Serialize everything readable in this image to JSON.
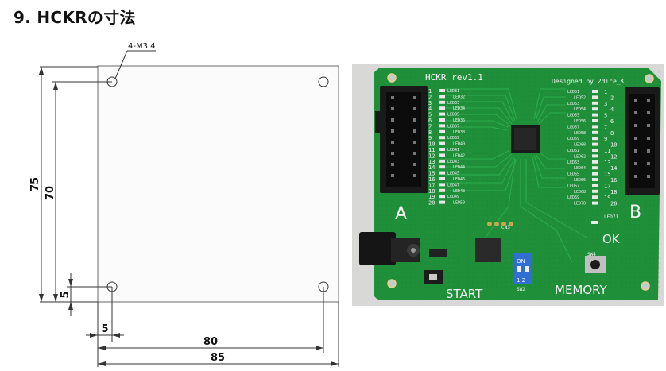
{
  "title": "9. HCKRの寸法",
  "drawing": {
    "hole_callout": "4-M3.4",
    "dim_width_outer": "85",
    "dim_width_inner": "80",
    "dim_height_outer": "75",
    "dim_height_inner": "70",
    "dim_hole_offset_x": "5",
    "dim_hole_offset_y": "5"
  },
  "board": {
    "name": "HCKR rev1.1",
    "credit": "Designed by 2dice_K",
    "port_a": "A",
    "port_b": "B",
    "ok": "OK",
    "start": "START",
    "memory": "MEMORY",
    "dip_on": "ON",
    "dip_12": "1 2",
    "sw2": "SW2",
    "sw4": "SW4",
    "cn3": "CN3",
    "led71": "LED71",
    "leds_left": [
      "LED31",
      "LED32",
      "LED33",
      "LED34",
      "LED35",
      "LED36",
      "LED37",
      "LED38",
      "LED39",
      "LED40",
      "LED41",
      "LED42",
      "LED43",
      "LED44",
      "LED45",
      "LED46",
      "LED47",
      "LED48",
      "LED49",
      "LED50"
    ],
    "leds_right": [
      "LED51",
      "LED52",
      "LED53",
      "LED54",
      "LED55",
      "LED56",
      "LED57",
      "LED58",
      "LED59",
      "LED60",
      "LED61",
      "LED62",
      "LED63",
      "LED64",
      "LED65",
      "LED66",
      "LED67",
      "LED68",
      "LED69",
      "LED70"
    ],
    "nums": [
      "1",
      "2",
      "3",
      "4",
      "5",
      "6",
      "7",
      "8",
      "9",
      "10",
      "11",
      "12",
      "13",
      "14",
      "15",
      "16",
      "17",
      "18",
      "19",
      "20"
    ]
  },
  "colors": {
    "pcb": "#1f8f3a",
    "pcb_dark": "#167030",
    "header": "#1a1a1a",
    "dip": "#2f6fd1"
  }
}
